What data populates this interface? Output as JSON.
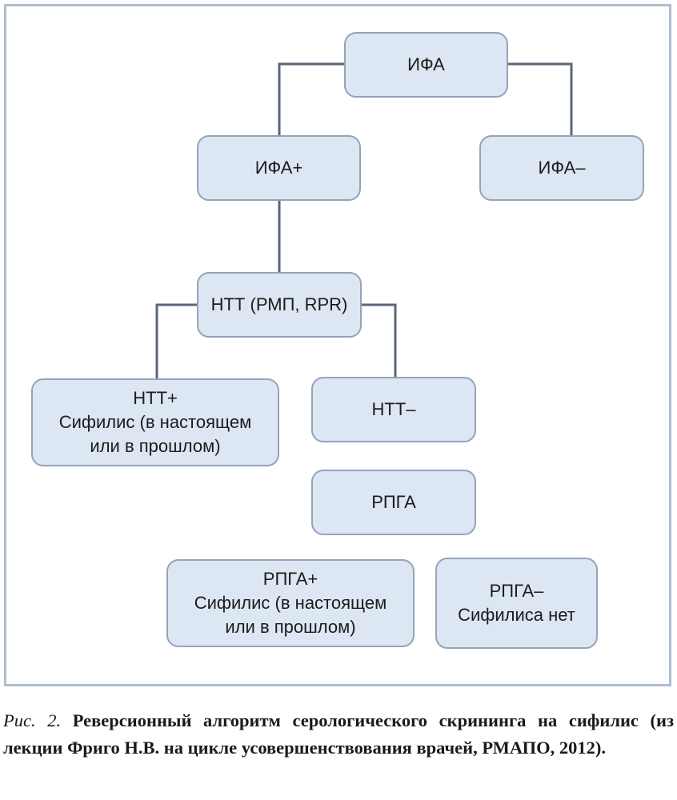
{
  "diagram": {
    "colors": {
      "node_fill": "#dde6f3",
      "node_border": "#95a3b8",
      "connector": "#5b6678",
      "frame": "#b0bed4"
    },
    "nodes": {
      "ifa": "ИФА",
      "ifa_pos": "ИФА+",
      "ifa_neg": "ИФА–",
      "ntt": "НТТ (РМП, RPR)",
      "ntt_pos": [
        "НТТ+",
        "Сифилис (в настоящем",
        "или в прошлом)"
      ],
      "ntt_neg": "НТТ–",
      "rpga": "РПГА",
      "rpga_pos": [
        "РПГА+",
        "Сифилис (в настоящем",
        "или в прошлом)"
      ],
      "rpga_neg": [
        "РПГА–",
        "Сифилиса нет"
      ]
    }
  },
  "caption": {
    "label": "Рис. 2.",
    "text": "Реверсионный алгоритм серологического скрининга на сифилис (из лекции Фриго Н.В. на цикле усовершенствования врачей, РМАПО, 2012)."
  }
}
